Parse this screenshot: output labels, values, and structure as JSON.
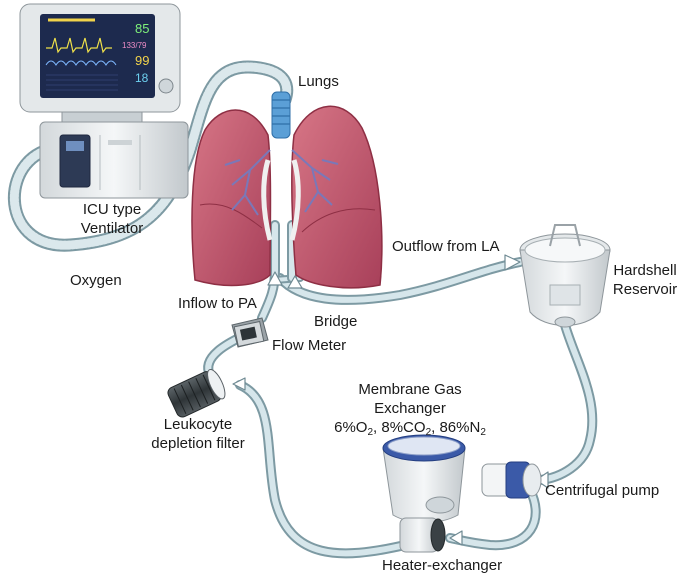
{
  "monitor": {
    "heart_rate": "85",
    "bp": "133/79",
    "spo2": "99",
    "resp": "18"
  },
  "labels": {
    "lungs": "Lungs",
    "ventilator_line1": "ICU type",
    "ventilator_line2": "Ventilator",
    "oxygen": "Oxygen",
    "inflow": "Inflow to PA",
    "bridge": "Bridge",
    "flow_meter": "Flow Meter",
    "outflow": "Outflow from LA",
    "reservoir_line1": "Hardshell",
    "reservoir_line2": "Reservoir",
    "leukocyte_line1": "Leukocyte",
    "leukocyte_line2": "depletion filter",
    "membrane_line1": "Membrane Gas",
    "membrane_line2": "Exchanger",
    "gas_o2_value": "6%O",
    "gas_o2_sub": "2",
    "gas_co2_value": "8%CO",
    "gas_co2_sub": "2",
    "gas_n2_value": "86%N",
    "gas_n2_sub": "2",
    "centrifugal_pump": "Centrifugal pump",
    "heater_exchanger": "Heater-exchanger"
  },
  "colors": {
    "tube": "#c9dde3",
    "tube_edge": "#7d9aa3",
    "lung": "#c2566a",
    "lung_dark": "#8e2f44",
    "vessel": "#7a78b8",
    "device": "#e9ecee",
    "device_edge": "#8e969b",
    "pump_blue": "#3b5aa8"
  }
}
